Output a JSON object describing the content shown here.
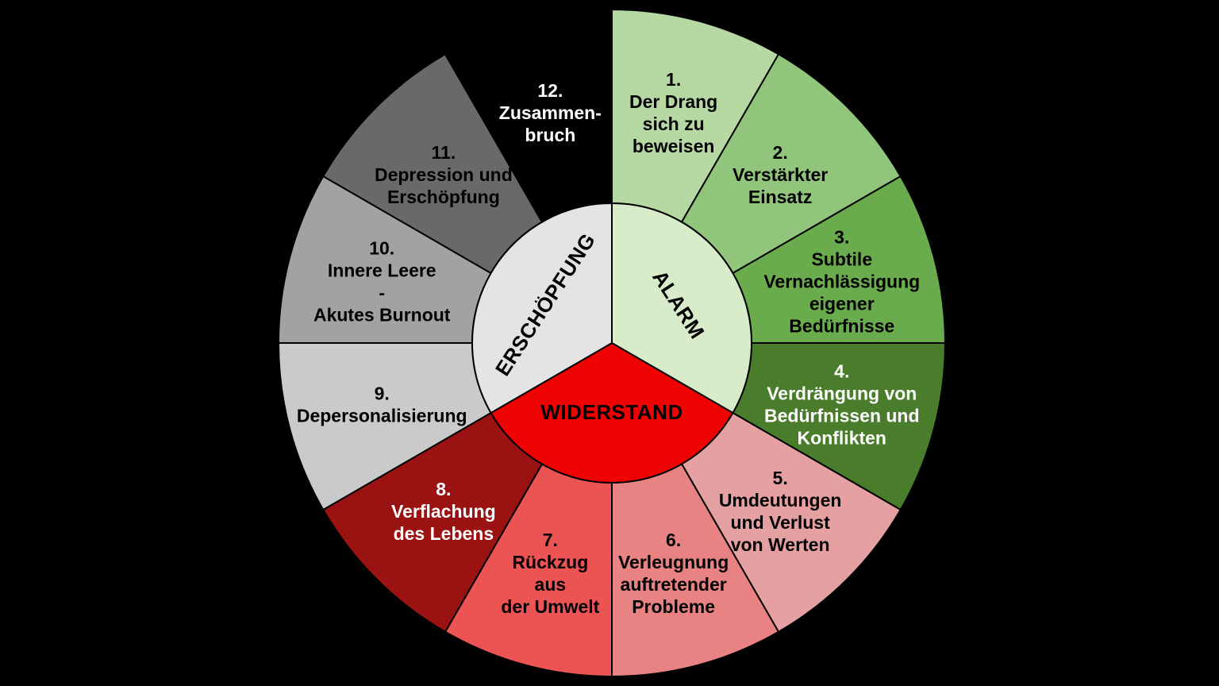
{
  "page": {
    "background_color": "#000000",
    "description": "Burnout phases wheel diagram with 12 numbered stages grouped into 3 phases"
  },
  "chart_data": {
    "type": "pie",
    "title": "",
    "center": [
      771,
      432
    ],
    "outer_radius": 420,
    "inner_radius": 176,
    "stroke": "#000000",
    "stroke_width": 2,
    "segment_label_radius": 300,
    "segment_font_size": 23,
    "phase_font_size": 26,
    "line_height": 28,
    "phases": [
      {
        "label": "ALARM",
        "start_deg": 0,
        "end_deg": 120,
        "color": "#d8ecc9",
        "text_color": "#000000",
        "label_angle_deg": 60,
        "label_radius": 97,
        "label_rotation": 57
      },
      {
        "label": "WIDERSTAND",
        "start_deg": 120,
        "end_deg": 240,
        "color": "#ee0202",
        "text_color": "#000000",
        "label_angle_deg": 180,
        "label_radius": 87,
        "label_rotation": 0
      },
      {
        "label": "ERSCHÖPFUNG",
        "start_deg": 240,
        "end_deg": 360,
        "color": "#e4e4e4",
        "text_color": "#000000",
        "label_angle_deg": 300,
        "label_radius": 97,
        "label_rotation": -57
      }
    ],
    "segments": [
      {
        "number": "1.",
        "label": "Der Drang sich zu beweisen",
        "lines": [
          "1.",
          "Der Drang",
          "sich zu",
          "beweisen"
        ],
        "color": "#b6d8a2",
        "text_color": "#000000",
        "phase": "ALARM"
      },
      {
        "number": "2.",
        "label": "Verstärkter Einsatz",
        "lines": [
          "2.",
          "Verstärkter",
          "Einsatz"
        ],
        "color": "#90c57b",
        "text_color": "#000000",
        "phase": "ALARM"
      },
      {
        "number": "3.",
        "label": "Subtile Vernachlässigung eigener Bedürfnisse",
        "lines": [
          "3.",
          "Subtile",
          "Vernachlässigung",
          "eigener",
          "Bedürfnisse"
        ],
        "color": "#6aab4e",
        "text_color": "#000000",
        "phase": "ALARM"
      },
      {
        "number": "4.",
        "label": "Verdrängung von Bedürfnissen und Konflikten",
        "lines": [
          "4.",
          "Verdrängung von",
          "Bedürfnissen und",
          "Konflikten"
        ],
        "color": "#497d2b",
        "text_color": "#ffffff",
        "phase": "ALARM"
      },
      {
        "number": "5.",
        "label": "Umdeutungen und Verlust von Werten",
        "lines": [
          "5.",
          "Umdeutungen",
          "und Verlust",
          "von Werten"
        ],
        "color": "#e5a1a1",
        "text_color": "#000000",
        "phase": "WIDERSTAND"
      },
      {
        "number": "6.",
        "label": "Verleugnung auftretender Probleme",
        "lines": [
          "6.",
          "Verleugnung",
          "auftretender",
          "Probleme"
        ],
        "color": "#e98282",
        "text_color": "#000000",
        "phase": "WIDERSTAND"
      },
      {
        "number": "7.",
        "label": "Rückzug aus der Umwelt",
        "lines": [
          "7.",
          "Rückzug",
          "aus",
          "der Umwelt"
        ],
        "color": "#ec5353",
        "text_color": "#000000",
        "phase": "WIDERSTAND"
      },
      {
        "number": "8.",
        "label": "Verflachung des Lebens",
        "lines": [
          "8.",
          "Verflachung",
          "des Lebens"
        ],
        "color": "#9b1212",
        "text_color": "#ffffff",
        "phase": "WIDERSTAND"
      },
      {
        "number": "9.",
        "label": "Depersonalisierung",
        "lines": [
          "9.",
          "Depersonalisierung"
        ],
        "color": "#cacaca",
        "text_color": "#000000",
        "phase": "ERSCHÖPFUNG"
      },
      {
        "number": "10.",
        "label": "Innere Leere - Akutes Burnout",
        "lines": [
          "10.",
          "Innere Leere",
          "-",
          "Akutes Burnout"
        ],
        "color": "#a2a2a2",
        "text_color": "#000000",
        "phase": "ERSCHÖPFUNG"
      },
      {
        "number": "11.",
        "label": "Depression und Erschöpfung",
        "lines": [
          "11.",
          "Depression und",
          "Erschöpfung"
        ],
        "color": "#696969",
        "text_color": "#000000",
        "phase": "ERSCHÖPFUNG"
      },
      {
        "number": "12.",
        "label": "Zusammenbruch",
        "lines": [
          "12.",
          "Zusammen-",
          "bruch"
        ],
        "color": "#000000",
        "text_color": "#ffffff",
        "phase": "ERSCHÖPFUNG"
      }
    ]
  }
}
